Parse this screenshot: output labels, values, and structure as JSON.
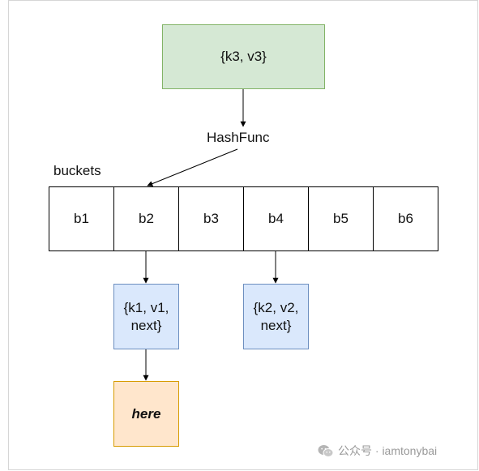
{
  "diagram": {
    "hash_input": "{k3, v3}",
    "hash_function": "HashFunc",
    "buckets_label": "buckets",
    "buckets": [
      "b1",
      "b2",
      "b3",
      "b4",
      "b5",
      "b6"
    ],
    "chain_b2_entry": [
      "{k1, v1,",
      "next}"
    ],
    "chain_b4_entry": [
      "{k2, v2,",
      "next}"
    ],
    "new_entry": "here"
  },
  "watermark": {
    "text": "公众号 · iamtonybai",
    "icon": "wechat-icon"
  },
  "colors": {
    "input_fill": "#d5e8d4",
    "input_stroke": "#82b366",
    "entry_fill": "#dae8fc",
    "entry_stroke": "#6c8ebf",
    "new_entry_fill": "#ffe6cc",
    "new_entry_stroke": "#d79b00"
  }
}
